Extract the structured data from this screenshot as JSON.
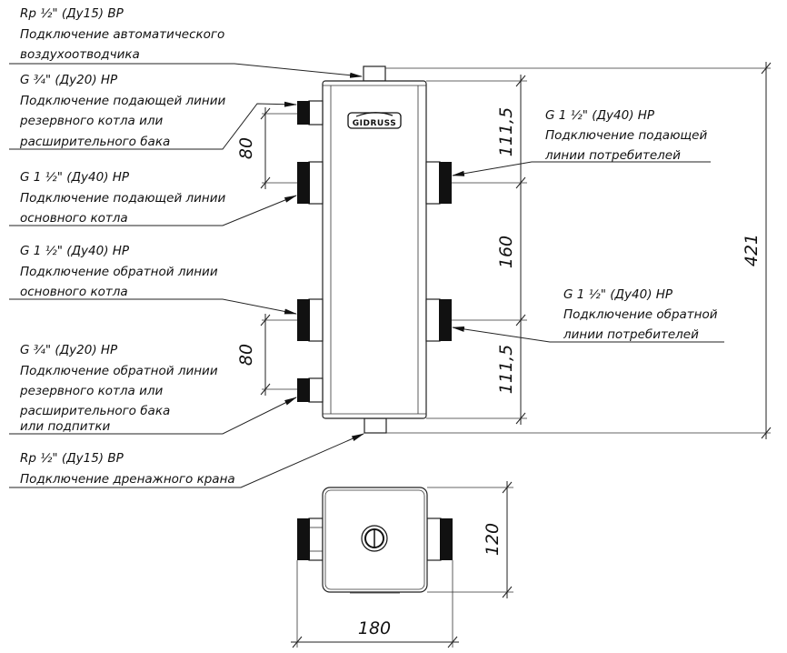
{
  "title": "Гидрострелка GIDRUSS — схема подключения",
  "brand": "GIDRUSS",
  "labels": {
    "air_vent": {
      "spec": "Rp ½\" (Ду15) ВР",
      "lines": [
        "Подключение автоматического",
        "воздухоотводчика"
      ]
    },
    "reserve_supply": {
      "spec": "G ¾\" (Ду20) НР",
      "lines": [
        "Подключение подающей линии",
        "резервного котла или",
        "расширительного бака"
      ]
    },
    "main_supply": {
      "spec": "G 1 ½\" (Ду40) НР",
      "lines": [
        "Подключение подающей линии",
        "основного котла"
      ]
    },
    "main_return": {
      "spec": "G 1 ½\" (Ду40) НР",
      "lines": [
        "Подключение обратной линии",
        "основного котла"
      ]
    },
    "reserve_return": {
      "spec": "G ¾\" (Ду20) НР",
      "lines": [
        "Подключение обратной линии",
        "резервного котла или",
        "расширительного бака",
        "или подпитки"
      ]
    },
    "drain": {
      "spec": "Rp ½\" (Ду15) ВР",
      "lines": [
        "Подключение дренажного крана"
      ]
    },
    "consumer_supply": {
      "spec": "G 1 ½\" (Ду40) НР",
      "lines": [
        "Подключение подающей",
        "линии потребителей"
      ]
    },
    "consumer_return": {
      "spec": "G 1 ½\" (Ду40) НР",
      "lines": [
        "Подключение обратной",
        "линии потребителей"
      ]
    }
  },
  "dimensions": {
    "left_top_spacing": "80",
    "left_bottom_spacing": "80",
    "right_top": "111,5",
    "right_middle": "160",
    "right_bottom": "111,5",
    "total_height": "421",
    "plan_depth": "120",
    "plan_width": "180"
  }
}
